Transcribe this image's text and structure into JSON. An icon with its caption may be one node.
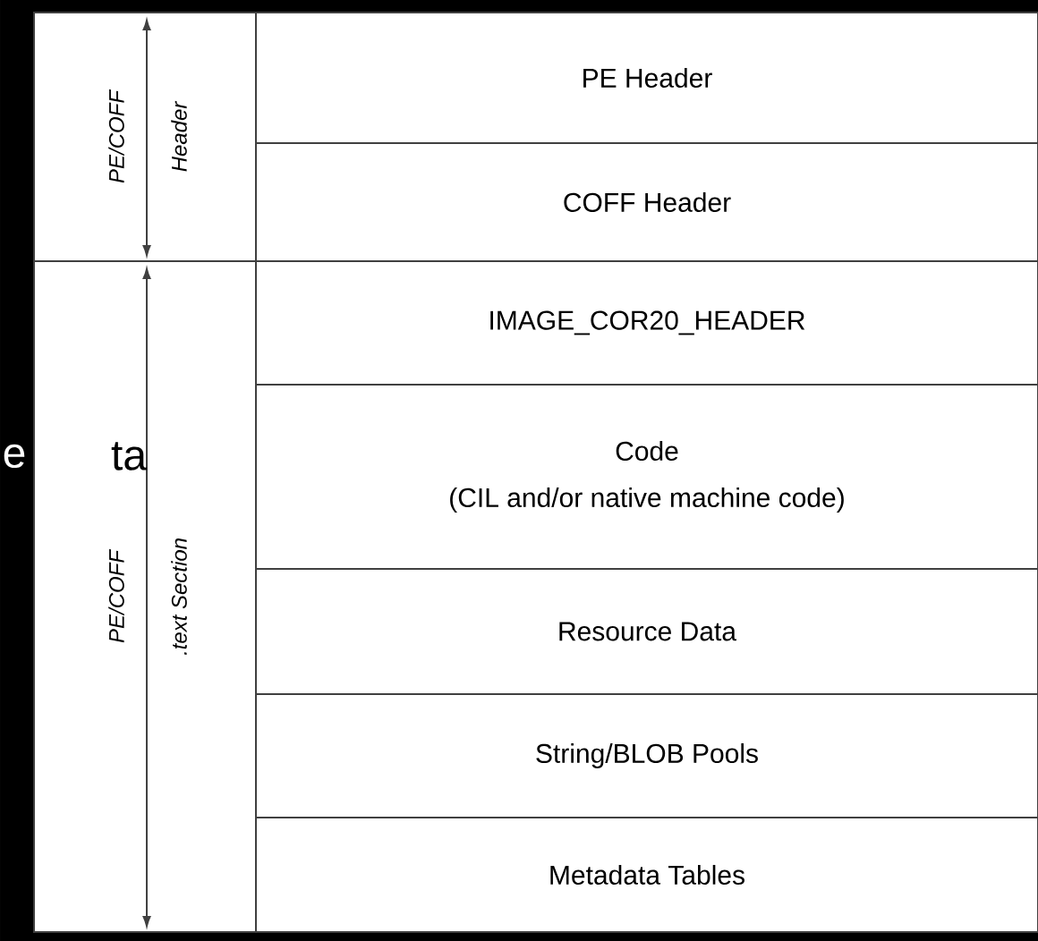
{
  "diagram": {
    "nodes": [
      {
        "text": [
          "PE/COFF",
          "Header"
        ]
      },
      {
        "text": [
          "PE/COFF",
          ".text Section"
        ]
      },
      {
        "text": [
          "PE Header"
        ]
      },
      {
        "text": [
          "COFF Header"
        ]
      },
      {
        "text": [
          "IMAGE_COR20_HEADER"
        ]
      },
      {
        "text": [
          "Code",
          "(CIL and/or native machine code)"
        ]
      },
      {
        "text": [
          "Resource Data"
        ]
      },
      {
        "text": [
          "String/BLOB Pools"
        ]
      },
      {
        "text": [
          "Metadata Tables"
        ]
      }
    ],
    "labels": [
      "e",
      "ta"
    ]
  }
}
